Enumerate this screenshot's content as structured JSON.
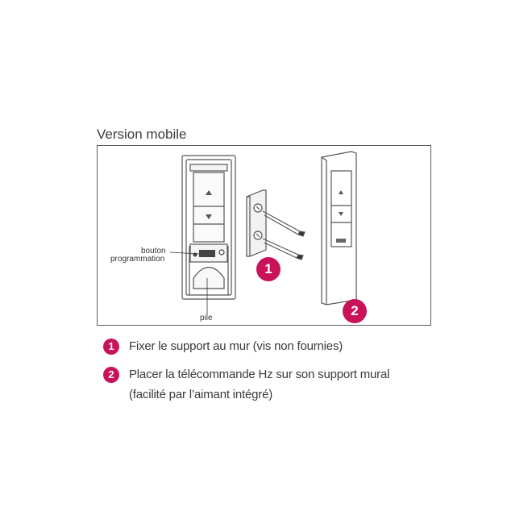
{
  "title": "Version mobile",
  "labels": {
    "bouton": "bouton",
    "programmation": "programmation",
    "pile": "pile"
  },
  "badges": [
    "1",
    "2"
  ],
  "steps": [
    {
      "num": "1",
      "text": "Fixer le support au mur (vis non fournies)"
    },
    {
      "num": "2",
      "text": "Placer la télécommande Hz sur son support mural",
      "text2": "(facilité par l’aimant intégré)"
    }
  ],
  "colors": {
    "accent": "#c8125a",
    "line": "#555555"
  }
}
